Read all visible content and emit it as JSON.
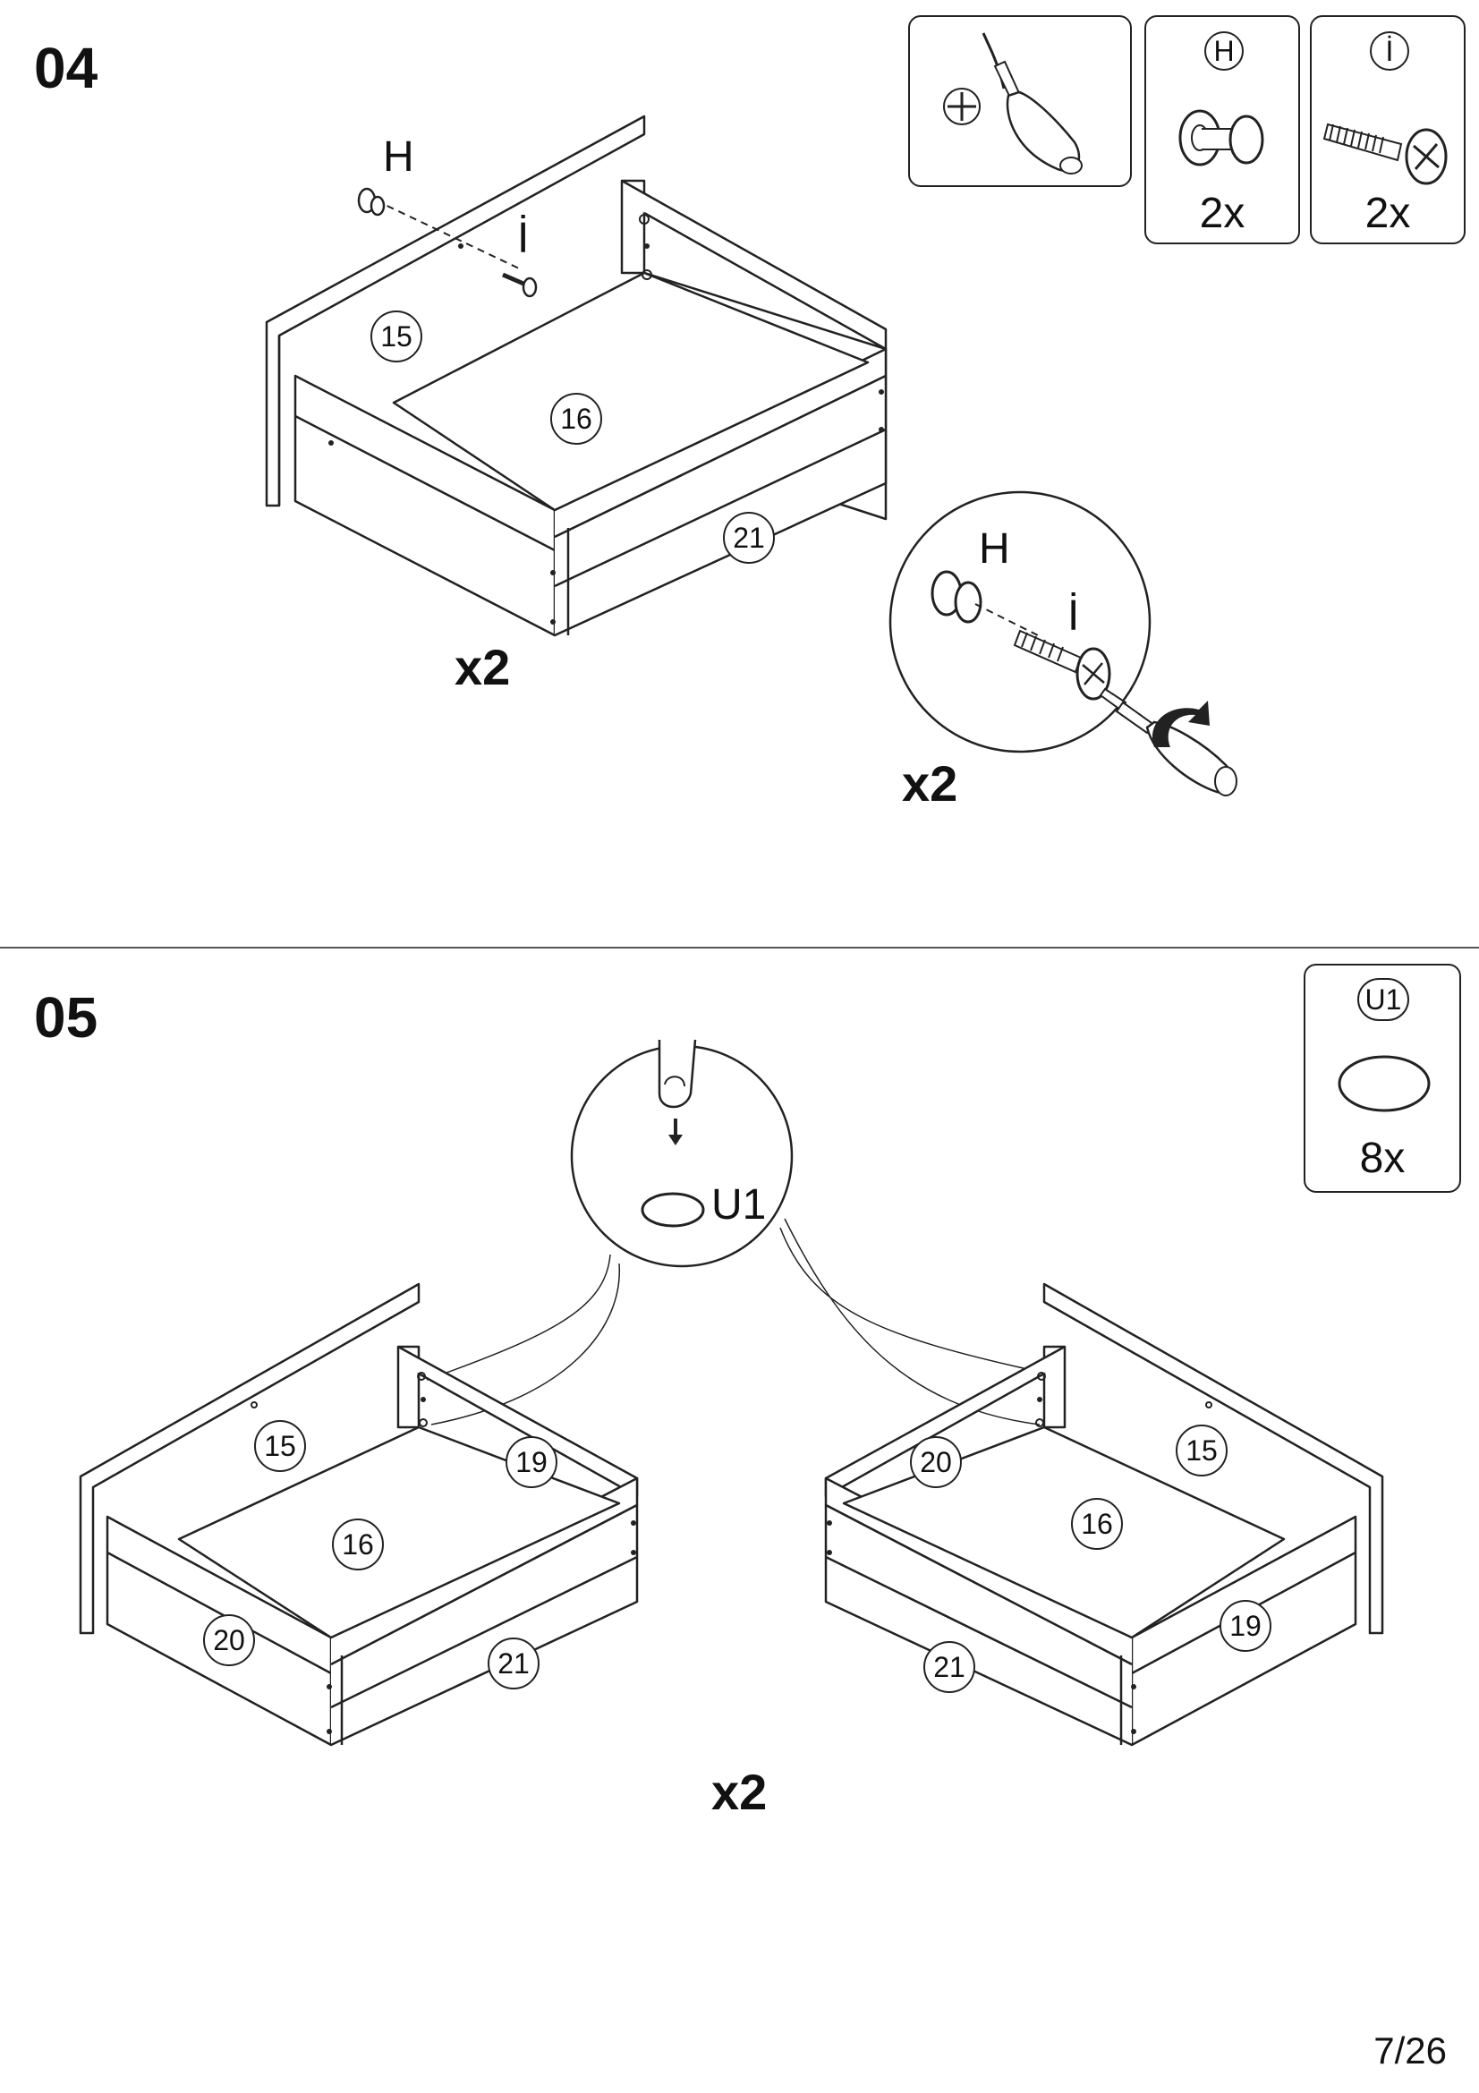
{
  "page": {
    "number": "7/26"
  },
  "step04": {
    "number": "04",
    "multiplier": "x2",
    "detail_multiplier": "x2",
    "hardware": [
      {
        "icon": "screwdriver-icon"
      },
      {
        "code": "H",
        "icon": "cam-lock-icon",
        "qty": "2x"
      },
      {
        "code": "İ",
        "icon": "cam-bolt-icon",
        "qty": "2x"
      }
    ],
    "labels": {
      "h": "H",
      "i": "İ",
      "detail_h": "H",
      "detail_i": "İ"
    },
    "parts": {
      "p15": "15",
      "p16": "16",
      "p21": "21"
    }
  },
  "step05": {
    "number": "05",
    "multiplier": "x2",
    "hardware": [
      {
        "code": "U1",
        "icon": "felt-pad-icon",
        "qty": "8x"
      }
    ],
    "detail_label": "U1",
    "left_parts": {
      "p15": "15",
      "p16": "16",
      "p19": "19",
      "p20": "20",
      "p21": "21"
    },
    "right_parts": {
      "p15": "15",
      "p16": "16",
      "p19": "19",
      "p20": "20",
      "p21": "21"
    }
  }
}
